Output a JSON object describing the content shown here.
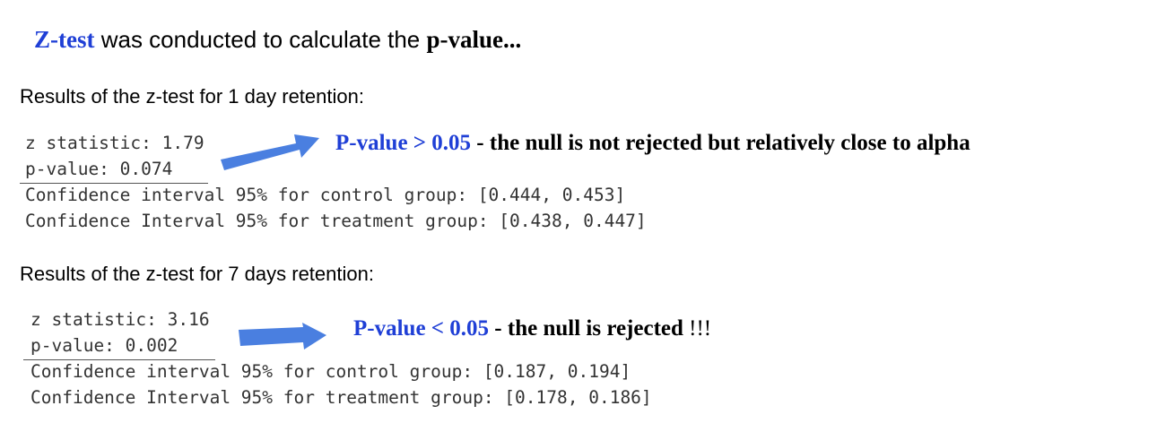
{
  "title": {
    "ztest": "Z-test",
    "middle": " was conducted to calculate the ",
    "pvalue": "p-value..."
  },
  "section1": {
    "heading": "Results of the z-test for 1 day retention:",
    "z_statistic": "z statistic: 1.79",
    "p_value": "p-value: 0.074",
    "ci_control": "Confidence interval 95% for control group: [0.444, 0.453]",
    "ci_treatment": "Confidence Interval 95% for treatment group: [0.438, 0.447]",
    "annotation": {
      "pvalue_label": "P-value",
      "comparison": " > ",
      "threshold": "0.05",
      "text": " - the null is not rejected but relatively close to alpha"
    }
  },
  "section2": {
    "heading": "Results of  the z-test for 7 days retention:",
    "z_statistic": "z statistic: 3.16",
    "p_value": "p-value: 0.002",
    "ci_control": "Confidence interval 95% for control group: [0.187, 0.194]",
    "ci_treatment": "Confidence Interval 95% for treatment group: [0.178, 0.186]",
    "annotation": {
      "pvalue_label": "P-value",
      "comparison": " <  ",
      "threshold": "0.05",
      "text": " - the null is rejected ",
      "exclaim": "!!!"
    }
  },
  "colors": {
    "accent_blue": "#1f3fd6",
    "arrow_blue": "#4a7fe0"
  }
}
